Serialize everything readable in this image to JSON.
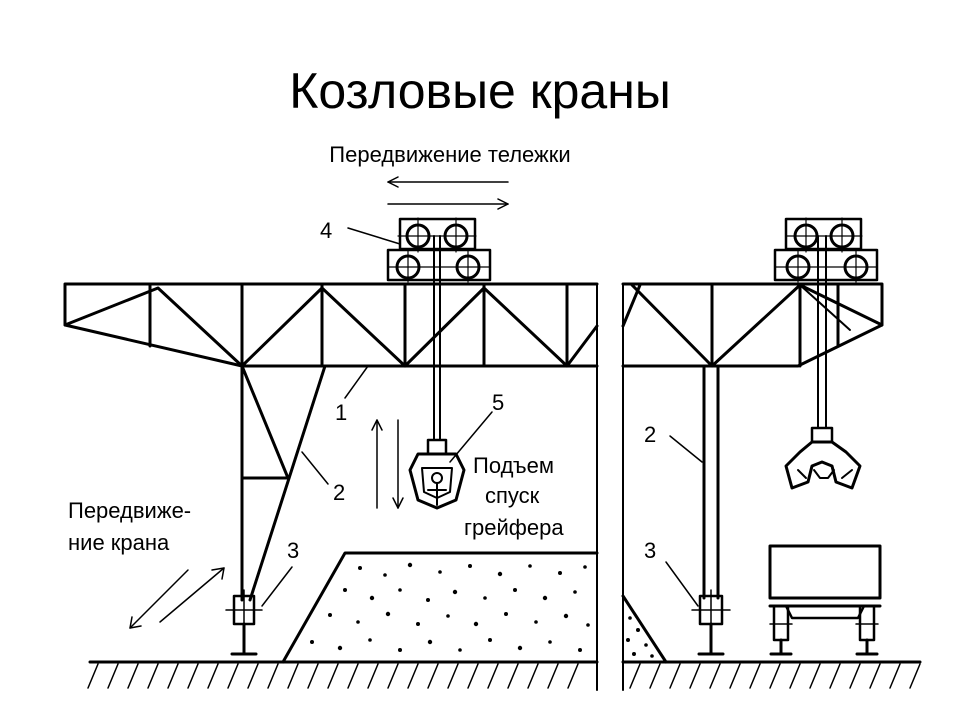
{
  "title": "Козловые краны",
  "labels": {
    "trolley_move": "Передвижение тележки",
    "crane_move_1": "Передвиже-",
    "crane_move_2": "ние  крана",
    "lift_1": "Подъем",
    "lift_2": "спуск",
    "lift_3": "грейфера"
  },
  "callouts": {
    "n1": "1",
    "n2": "2",
    "n3": "3",
    "n4": "4",
    "n5": "5",
    "r2": "2",
    "r3": "3"
  },
  "colors": {
    "line": "#000000",
    "background": "#ffffff"
  }
}
